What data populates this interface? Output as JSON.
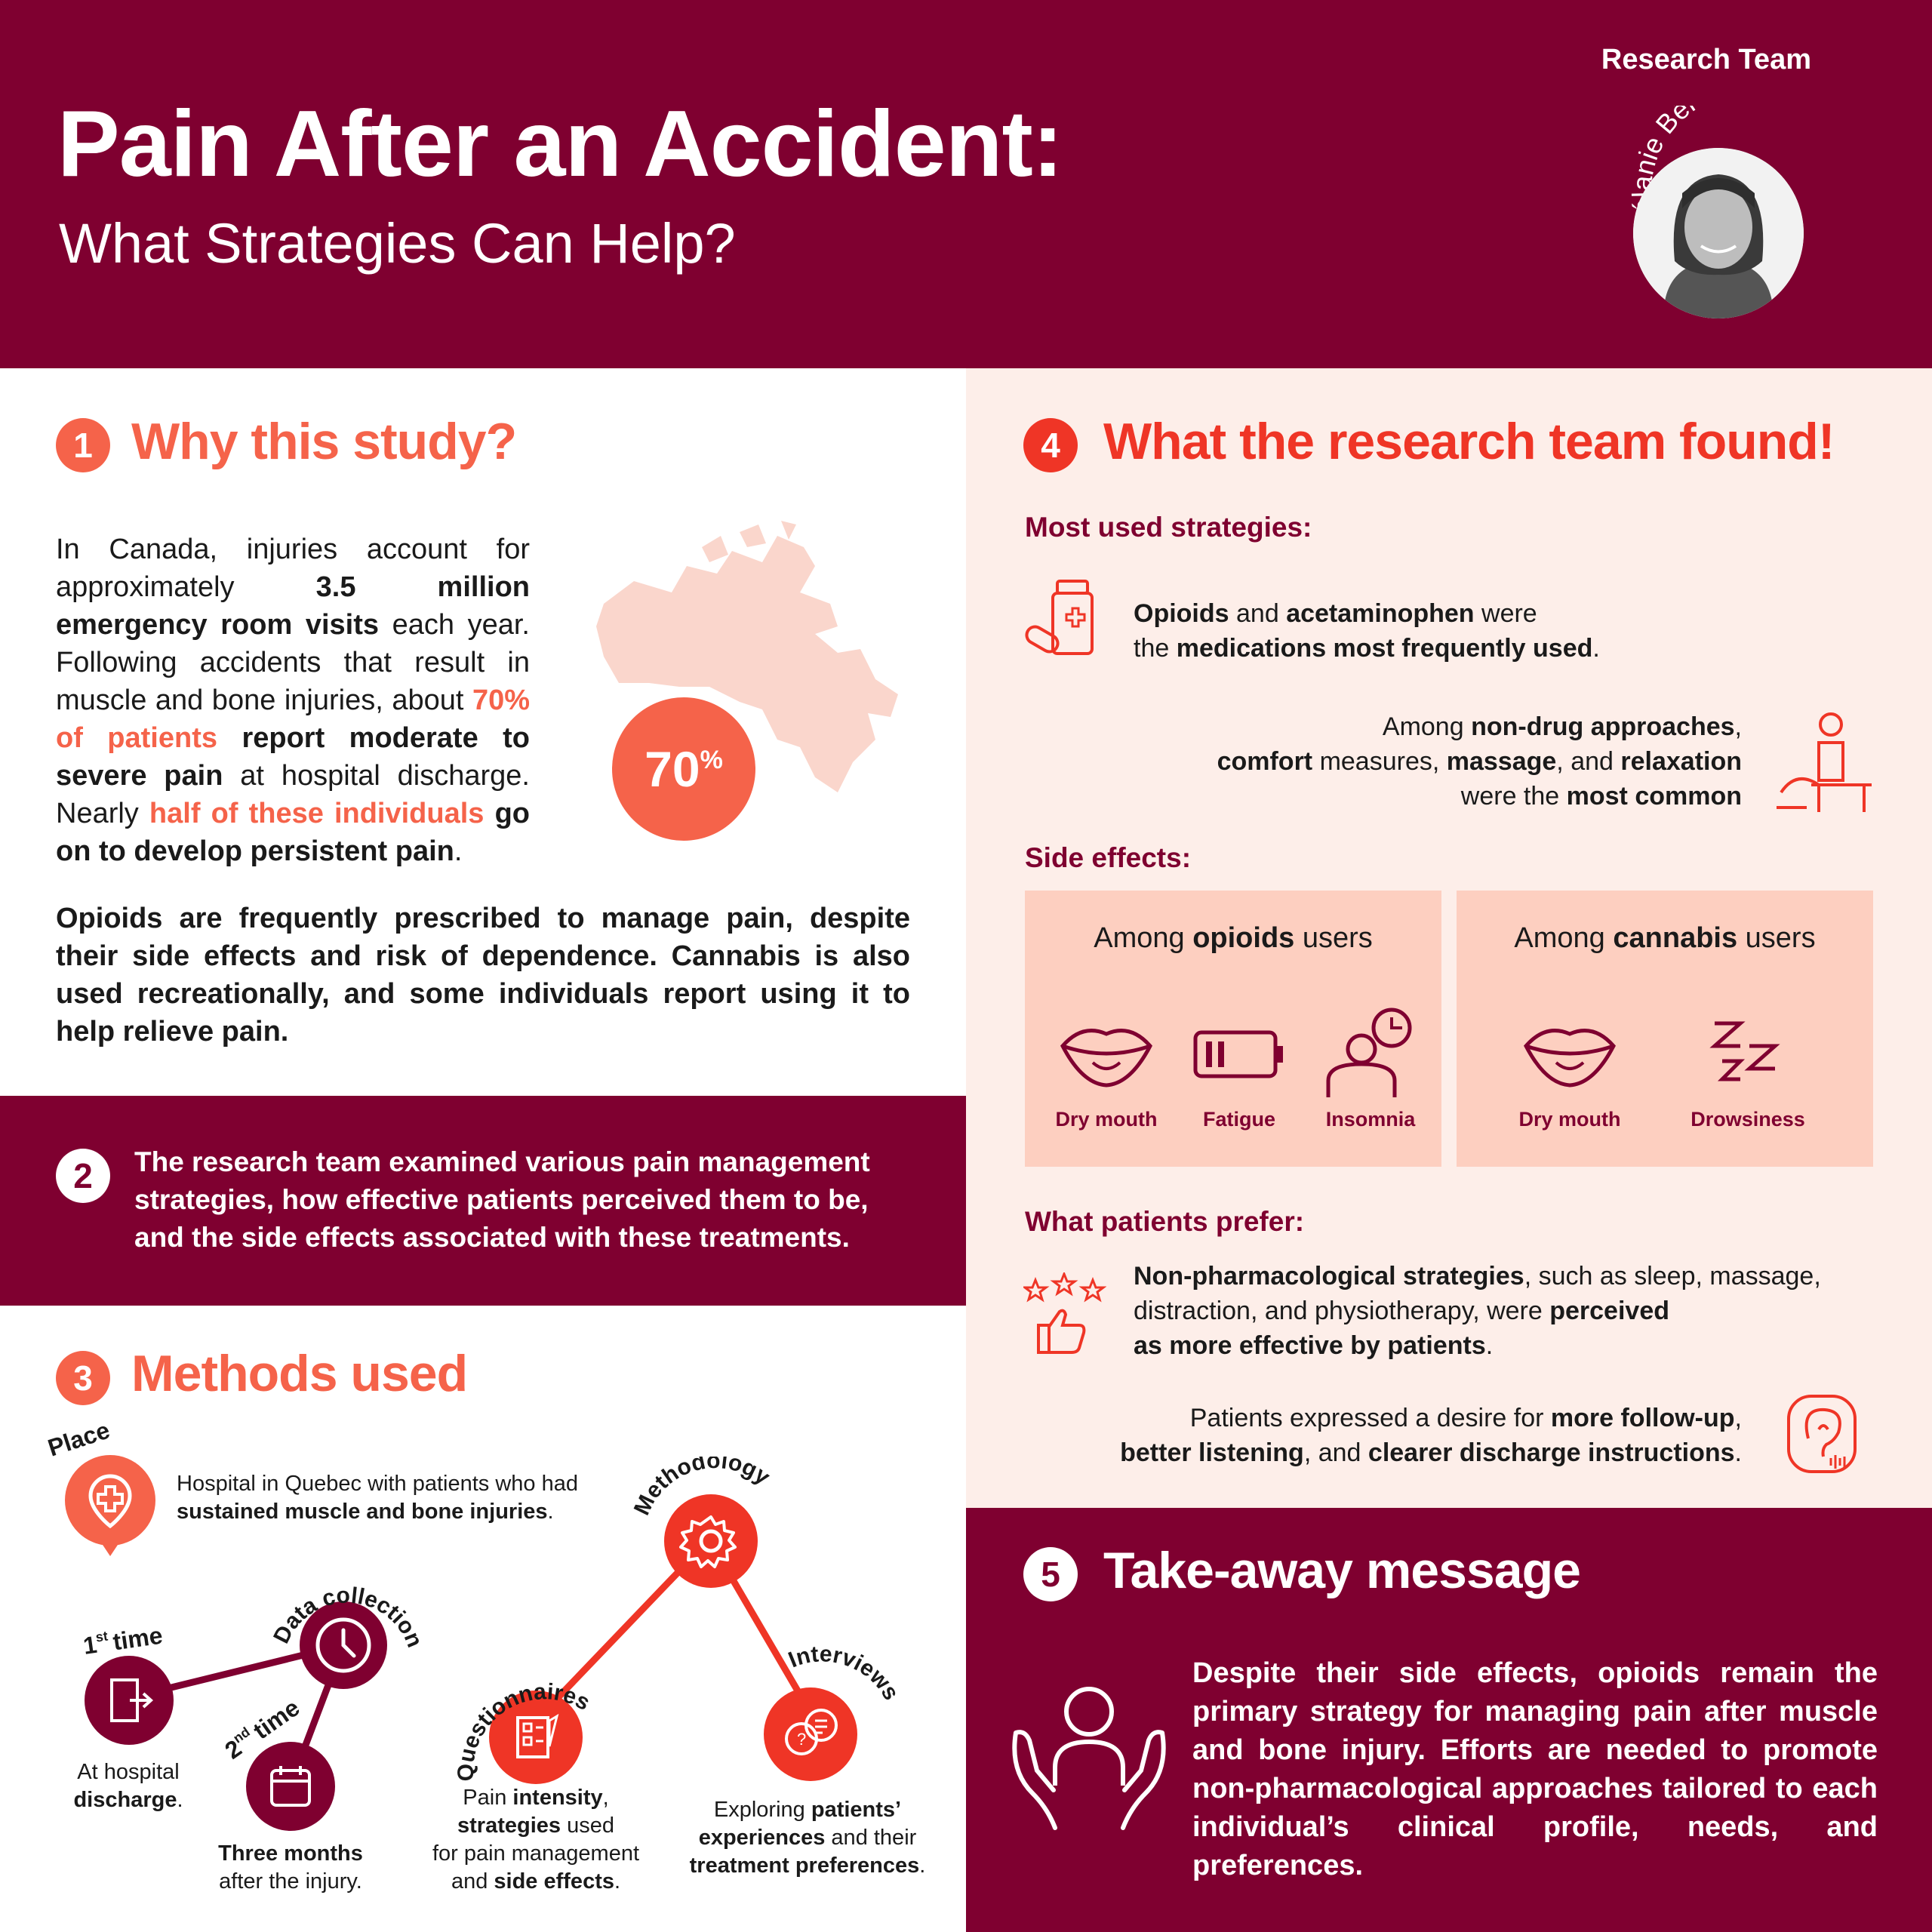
{
  "header": {
    "title": "Pain After an Accident:",
    "subtitle": "What Strategies Can Help?",
    "team_label": "Research Team",
    "member_name": "Mélanie Bérubé"
  },
  "colors": {
    "maroon": "#7f0030",
    "orange": "#f5634a",
    "red": "#ef3526",
    "pink_bg": "#fdeee9",
    "pink_box": "#fdcfc0"
  },
  "section1": {
    "number": "1",
    "title": "Why this study?",
    "para1": {
      "t1": "In Canada, injuries account for approximately ",
      "b1": "3.5 million emergency room visits",
      "t2": " each year. Following accidents that result in muscle and bone injuries, about ",
      "o1": "70% of patients",
      "t3": " ",
      "b2": "report moderate to severe pain",
      "t4": " at hospital discharge. Nearly ",
      "o2": "half of these individuals",
      "t5": " ",
      "b3": "go on to develop persistent pain",
      "t6": "."
    },
    "stat_value": "70",
    "stat_unit": "%",
    "para2": "Opioids are frequently prescribed to manage pain, despite their side effects and risk of dependence. Cannabis is also used recreationally, and some individuals report using it to help relieve pain."
  },
  "section2": {
    "number": "2",
    "text": "The research team examined various pain management strategies, how effective patients perceived them to be, and the side effects associated with these treatments."
  },
  "section3": {
    "number": "3",
    "title": "Methods used",
    "place": {
      "label": "Place",
      "t1": "Hospital in Quebec with patients who had ",
      "b1": "sustained muscle and bone injuries",
      "t2": "."
    },
    "data_collection": {
      "label": "Data collection"
    },
    "first_time": {
      "num": "1",
      "sup": "st",
      "word": "time",
      "t1": "At hospital ",
      "b1": "discharge",
      "t2": "."
    },
    "second_time": {
      "num": "2",
      "sup": "nd",
      "word": "time",
      "b1": "Three months",
      "t1": "after the injury."
    },
    "methodology": {
      "label": "Methodology"
    },
    "questionnaires": {
      "label": "Questionnaires",
      "t1": "Pain ",
      "b1": "intensity",
      "t2": ",",
      "b2": "strategies",
      "t3": " used",
      "t4": "for pain management",
      "t5": "and ",
      "b3": "side effects",
      "t6": "."
    },
    "interviews": {
      "label": "Interviews",
      "t1": "Exploring ",
      "b1": "patients’",
      "b2": "experiences",
      "t2": " and their",
      "b3": "treatment preferences",
      "t3": "."
    }
  },
  "section4": {
    "number": "4",
    "title": "What the research team found!",
    "most_used_heading": "Most used strategies:",
    "medication": {
      "b1": "Opioids",
      "t1": " and ",
      "b2": "acetaminophen",
      "t2": " were",
      "t3": "the ",
      "b3": "medications most frequently used",
      "t4": "."
    },
    "nondrug": {
      "t1": "Among ",
      "b1": "non-drug approaches",
      "t2": ",",
      "b2": "comfort",
      "t3": " measures, ",
      "b3": "massage",
      "t4": ", and ",
      "b4": "relaxation",
      "t5": "were the ",
      "b5": "most common"
    },
    "side_effects_heading": "Side effects:",
    "opioids_box": {
      "t1": "Among ",
      "b1": "opioids",
      "t2": " users",
      "items": [
        "Dry mouth",
        "Fatigue",
        "Insomnia"
      ]
    },
    "cannabis_box": {
      "t1": "Among  ",
      "b1": "cannabis",
      "t2": " users",
      "items": [
        "Dry mouth",
        "Drowsiness"
      ]
    },
    "prefer_heading": "What patients prefer:",
    "nonpharm": {
      "b1": "Non-pharmacological strategies",
      "t1": ", such as sleep, massage,",
      "t2": "distraction, and physiotherapy, were ",
      "b2": "perceived",
      "b3": "as more effective by patients",
      "t3": "."
    },
    "followup": {
      "t1": "Patients expressed a desire for ",
      "b1": "more follow-up",
      "t2": ",",
      "b2": "better listening",
      "t3": ", and ",
      "b3": "clearer discharge instructions",
      "t4": "."
    }
  },
  "section5": {
    "number": "5",
    "title": "Take-away message",
    "text": "Despite their side effects, opioids remain the primary strategy for managing pain after muscle and bone injury. Efforts are needed to promote non-pharmacological approaches tailored to each individual’s clinical profile, needs, and preferences."
  }
}
